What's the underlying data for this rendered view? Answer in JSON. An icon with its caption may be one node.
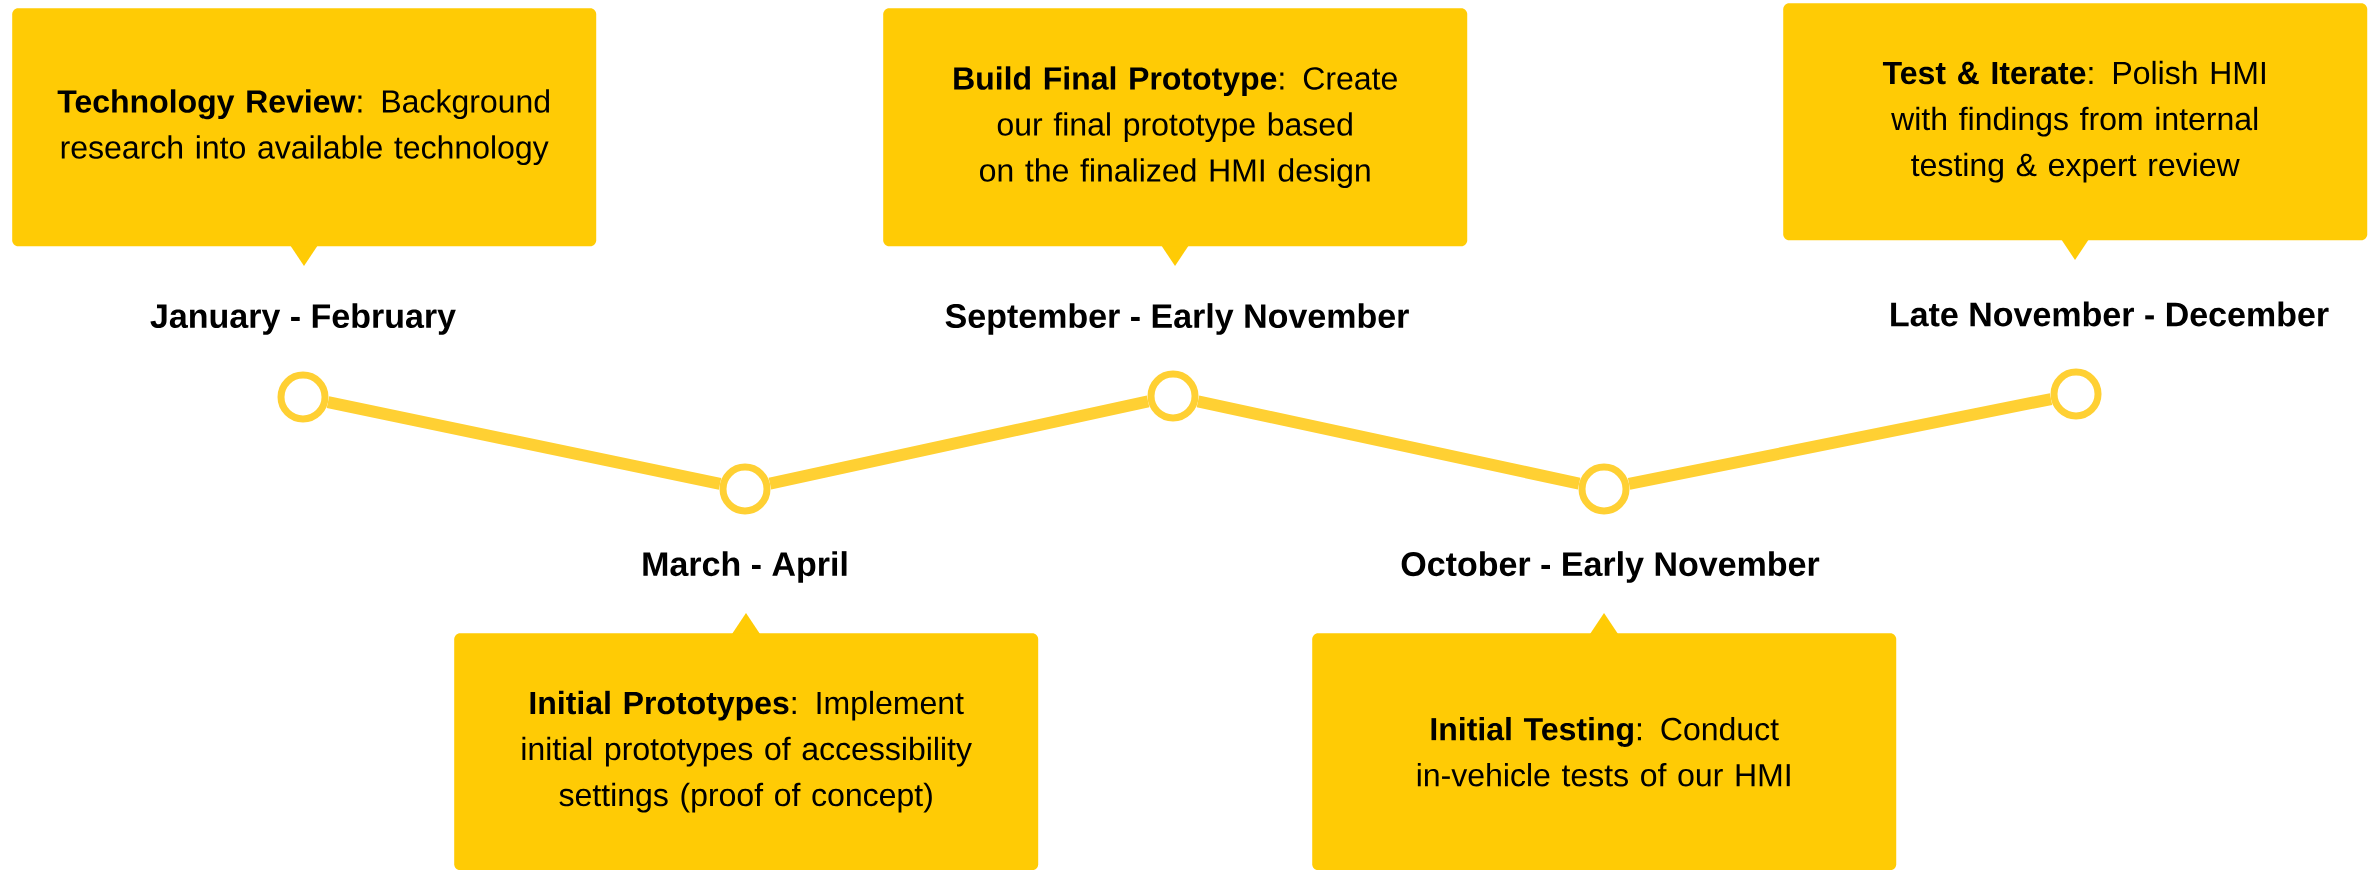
{
  "diagram": {
    "nodes": [
      {
        "text": [
          "**Technology Review**: Background research into available technology"
        ]
      },
      {
        "text": [
          "**Build Final Prototype**: Create our final prototype based on the finalized HMI design"
        ]
      },
      {
        "text": [
          "**Test & Iterate**: Polish HMI with findings from internal testing & expert review"
        ]
      },
      {
        "text": [],
        "shape": "circle",
        "beside": [
          "January - February"
        ]
      },
      {
        "text": [],
        "shape": "circle",
        "beside": [
          "March - April"
        ]
      },
      {
        "text": [],
        "shape": "circle",
        "beside": [
          "September - Early November"
        ]
      },
      {
        "text": [],
        "shape": "circle",
        "beside": [
          "October - Early November"
        ]
      },
      {
        "text": [],
        "shape": "circle",
        "beside": [
          "Late November - December"
        ]
      },
      {
        "text": [
          "**Initial Prototypes**: Implement initial prototypes of accessibility settings (proof of concept)"
        ]
      },
      {
        "text": [
          "**Initial Testing**: Conduct in-vehicle tests of our HMI"
        ]
      }
    ],
    "edges": [
      {
        "from": 3,
        "to": 4,
        "arrow": "none"
      },
      {
        "from": 4,
        "to": 5,
        "arrow": "none"
      },
      {
        "from": 5,
        "to": 6,
        "arrow": "none"
      },
      {
        "from": 6,
        "to": 7,
        "arrow": "none"
      }
    ]
  }
}
